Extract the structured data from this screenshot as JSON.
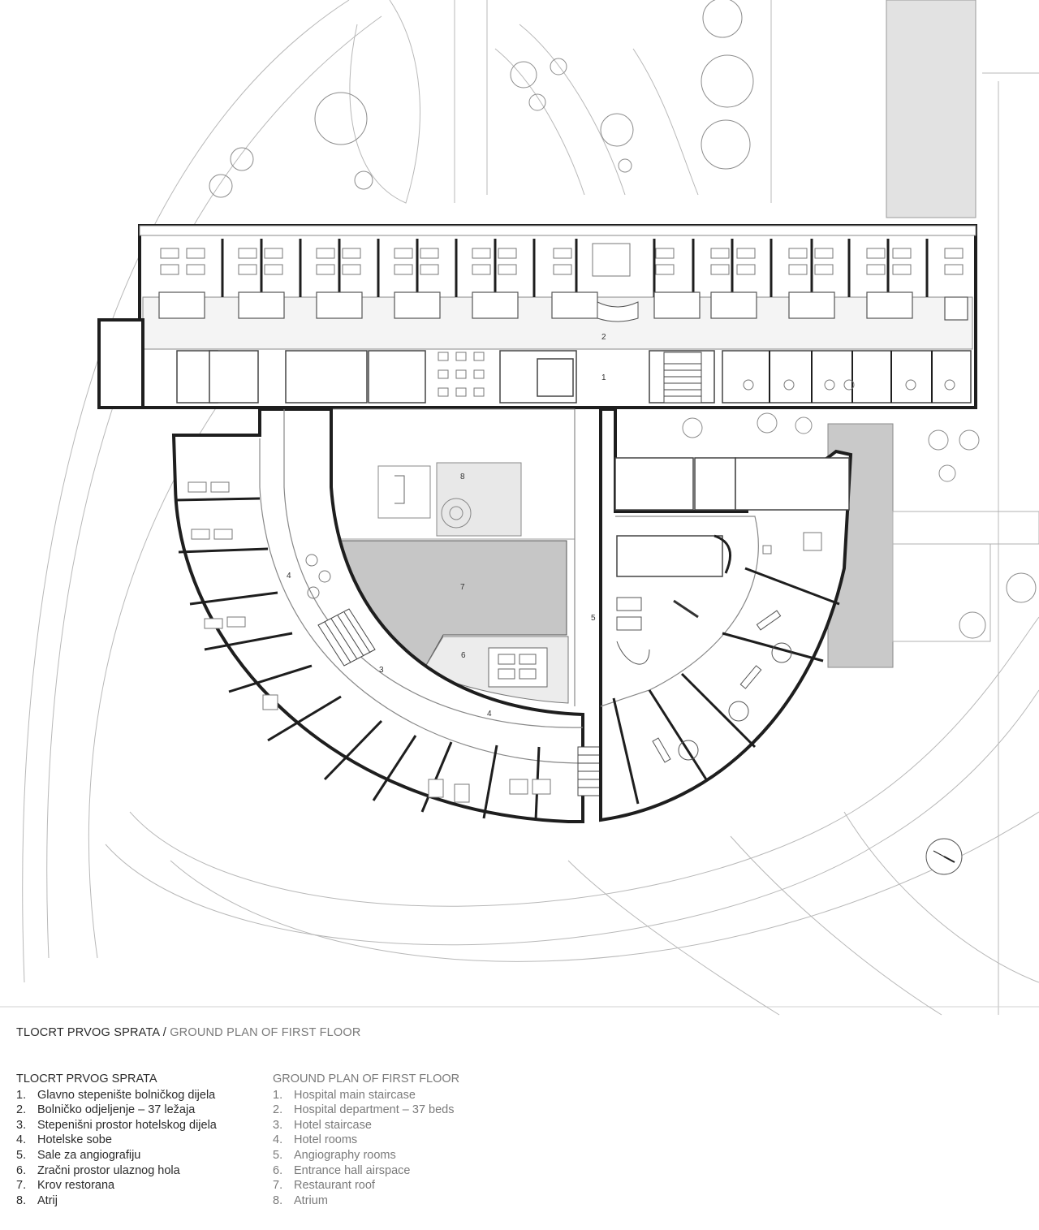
{
  "caption": {
    "hr": "TLOCRT PRVOG SPRATA",
    "separator": " / ",
    "en": "GROUND PLAN OF FIRST FLOOR"
  },
  "legend_hr": {
    "title": "TLOCRT PRVOG SPRATA",
    "items": [
      {
        "num": "1.",
        "text": "Glavno stepenište bolničkog dijela"
      },
      {
        "num": "2.",
        "text": "Bolničko odjeljenje – 37 ležaja"
      },
      {
        "num": "3.",
        "text": "Stepenišni prostor hotelskog dijela"
      },
      {
        "num": "4.",
        "text": "Hotelske sobe"
      },
      {
        "num": "5.",
        "text": "Sale za angiografiju"
      },
      {
        "num": "6.",
        "text": "Zračni prostor ulaznog hola"
      },
      {
        "num": "7.",
        "text": "Krov restorana"
      },
      {
        "num": "8.",
        "text": "Atrij"
      }
    ]
  },
  "legend_en": {
    "title": "GROUND PLAN OF FIRST FLOOR",
    "items": [
      {
        "num": "1.",
        "text": "Hospital main staircase"
      },
      {
        "num": "2.",
        "text": "Hospital department – 37 beds"
      },
      {
        "num": "3.",
        "text": "Hotel staircase"
      },
      {
        "num": "4.",
        "text": "Hotel rooms"
      },
      {
        "num": "5.",
        "text": "Angiography rooms"
      },
      {
        "num": "6.",
        "text": "Entrance hall airspace"
      },
      {
        "num": "7.",
        "text": "Restaurant roof"
      },
      {
        "num": "8.",
        "text": "Atrium"
      }
    ]
  },
  "room_labels": {
    "staircase_main": "1",
    "corridor_hospital": "2",
    "staircase_hotel": "3",
    "hotel_rooms_west": "4",
    "hotel_rooms_south": "4",
    "angiography": "5",
    "entrance_airspace": "6",
    "restaurant_roof": "7",
    "atrium": "8"
  },
  "colors": {
    "wall": "#1e1e1e",
    "line": "#9a9a9a",
    "roof_fill": "#c6c6c6",
    "light_fill": "#ececec"
  },
  "icons": {
    "north_arrow": "north-arrow-icon",
    "tree": "tree-icon"
  }
}
